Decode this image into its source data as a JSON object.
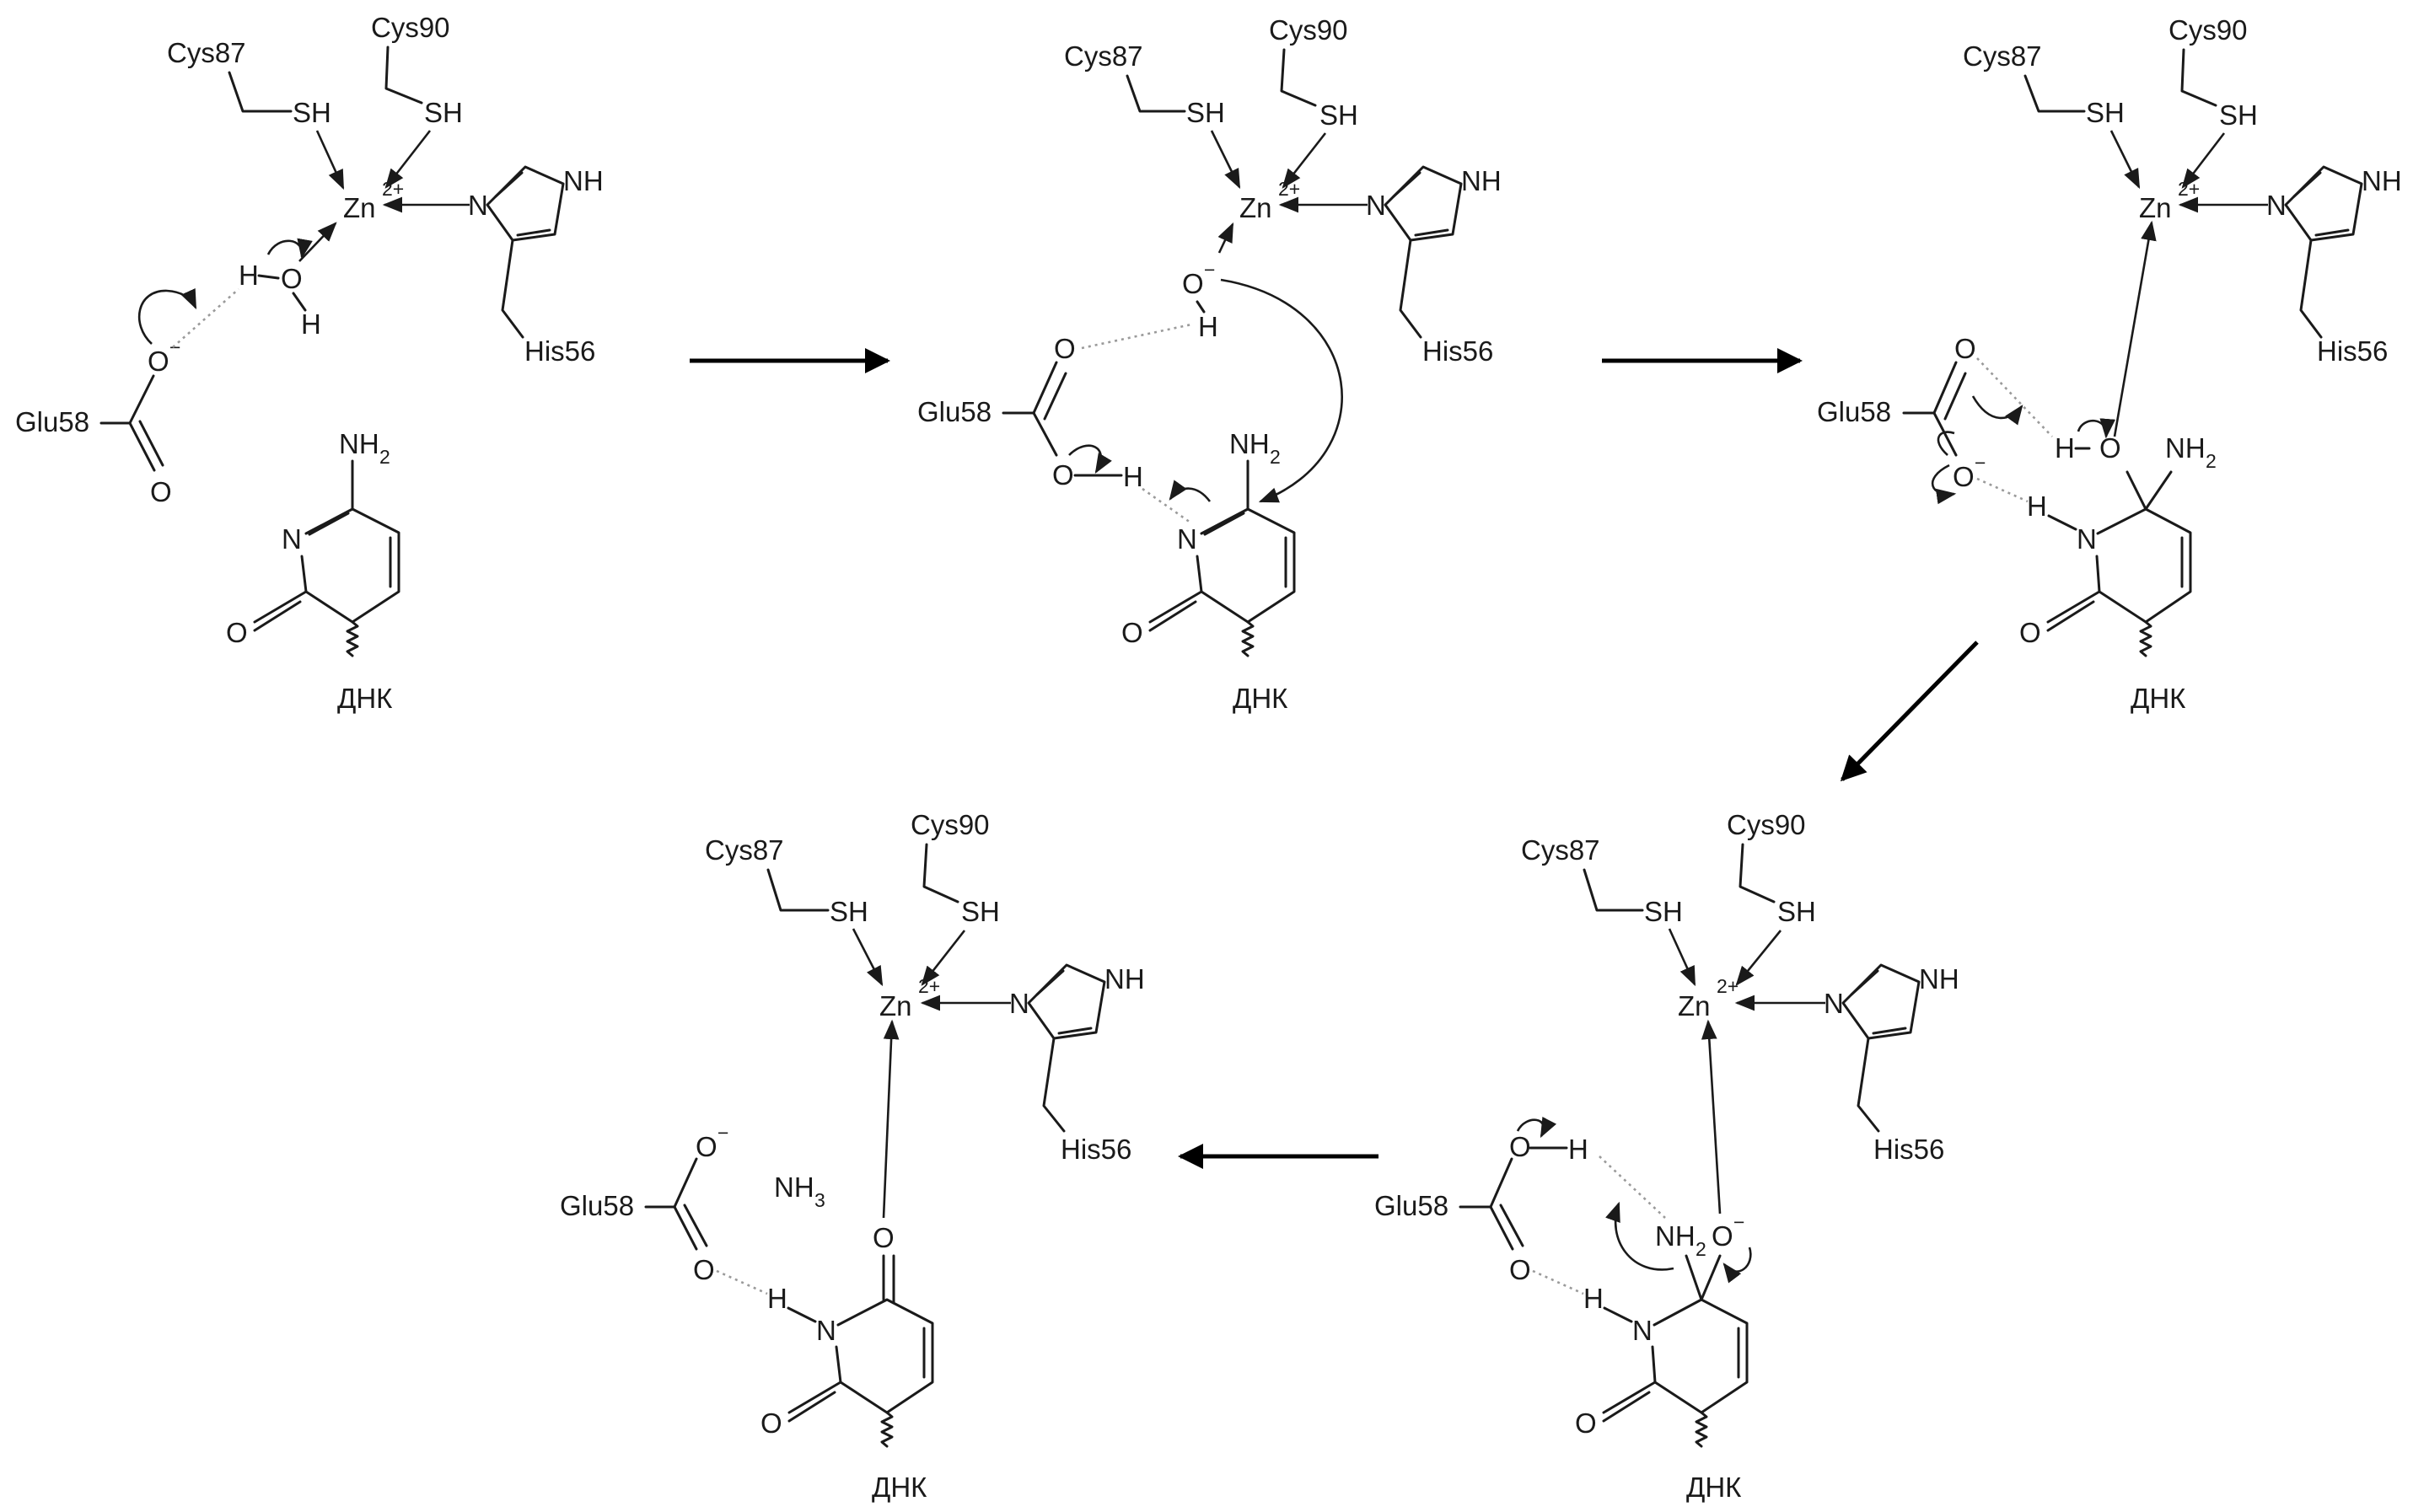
{
  "labels": {
    "cys87": "Cys87",
    "cys90": "Cys90",
    "sh": "SH",
    "zn": "Zn",
    "zn_charge": "2+",
    "his56": "His56",
    "glu58": "Glu58",
    "nh": "NH",
    "n": "N",
    "o": "O",
    "h": "H",
    "oh": "OH",
    "neg": "−",
    "nh2": "NH",
    "sub2": "2",
    "nh3": "NH",
    "sub3": "3",
    "dna": "ДНК"
  },
  "steps": [
    {
      "name": "step-1-water-coordination"
    },
    {
      "name": "step-2-nucleophilic-attack"
    },
    {
      "name": "step-3-tetrahedral-intermediate"
    },
    {
      "name": "step-4-ammonia-leaving"
    },
    {
      "name": "step-5-product-uracil"
    }
  ],
  "colors": {
    "ink": "#1a1a1a",
    "hbond": "#9a9a9a",
    "background": "#ffffff"
  }
}
